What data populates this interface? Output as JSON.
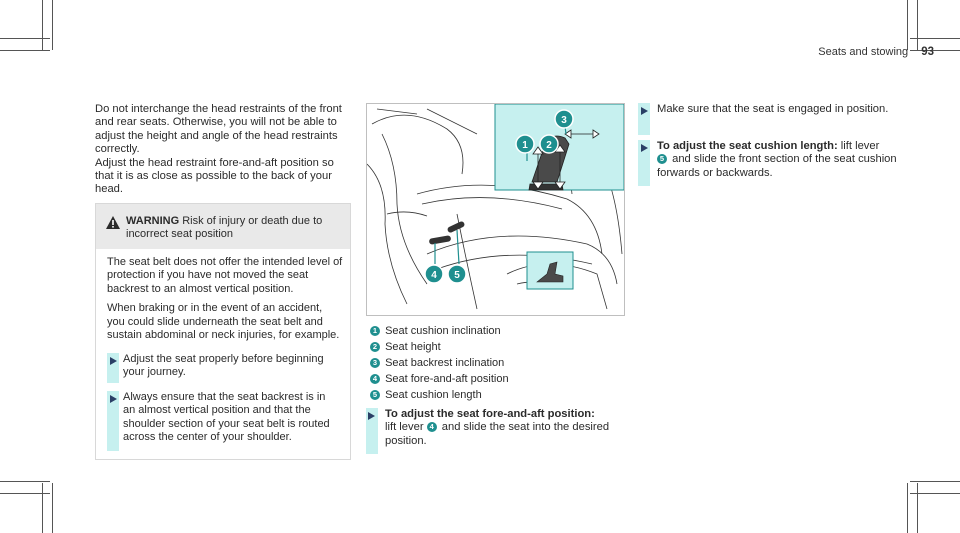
{
  "header": {
    "section": "Seats and stowing",
    "page_number": "93"
  },
  "col1": {
    "p1": "Do not interchange the head restraints of the front and rear seats. Otherwise, you will not be able to adjust the height and angle of the head restraints correctly.",
    "p2": "Adjust the head restraint fore-and-aft position so that it is as close as possible to the back of your head."
  },
  "warning": {
    "label": "WARNING",
    "title": "Risk of injury or death due to incorrect seat position",
    "p1": "The seat belt does not offer the intended level of protection if you have not moved the seat backrest to an almost vertical position.",
    "p2": "When braking or in the event of an accident, you could slide underneath the seat belt and sustain abdominal or neck injuries, for example.",
    "step1": "Adjust the seat properly before beginning your journey.",
    "step2": "Always ensure that the seat backrest is in an almost vertical position and that the shoulder section of your seat belt is routed across the center of your shoulder."
  },
  "figure": {
    "callouts": [
      "1",
      "2",
      "3",
      "4",
      "5"
    ],
    "colors": {
      "highlight": "#c6f0ef",
      "callout": "#1f8f8f",
      "outline": "#333333"
    }
  },
  "legend": [
    {
      "num": "1",
      "label": "Seat cushion inclination"
    },
    {
      "num": "2",
      "label": "Seat height"
    },
    {
      "num": "3",
      "label": "Seat backrest inclination"
    },
    {
      "num": "4",
      "label": "Seat fore-and-aft position"
    },
    {
      "num": "5",
      "label": "Seat cushion length"
    }
  ],
  "step_fore_aft": {
    "title": "To adjust the seat fore-and-aft position:",
    "pre": "lift lever",
    "num": "4",
    "post": "and slide the seat into the desired position."
  },
  "col3": {
    "make_sure": "Make sure that the seat is engaged in position.",
    "cushion_title": "To adjust the seat cushion length:",
    "cushion_pre": "lift lever",
    "cushion_num": "5",
    "cushion_post": "and slide the front section of the seat cushion forwards or backwards."
  }
}
